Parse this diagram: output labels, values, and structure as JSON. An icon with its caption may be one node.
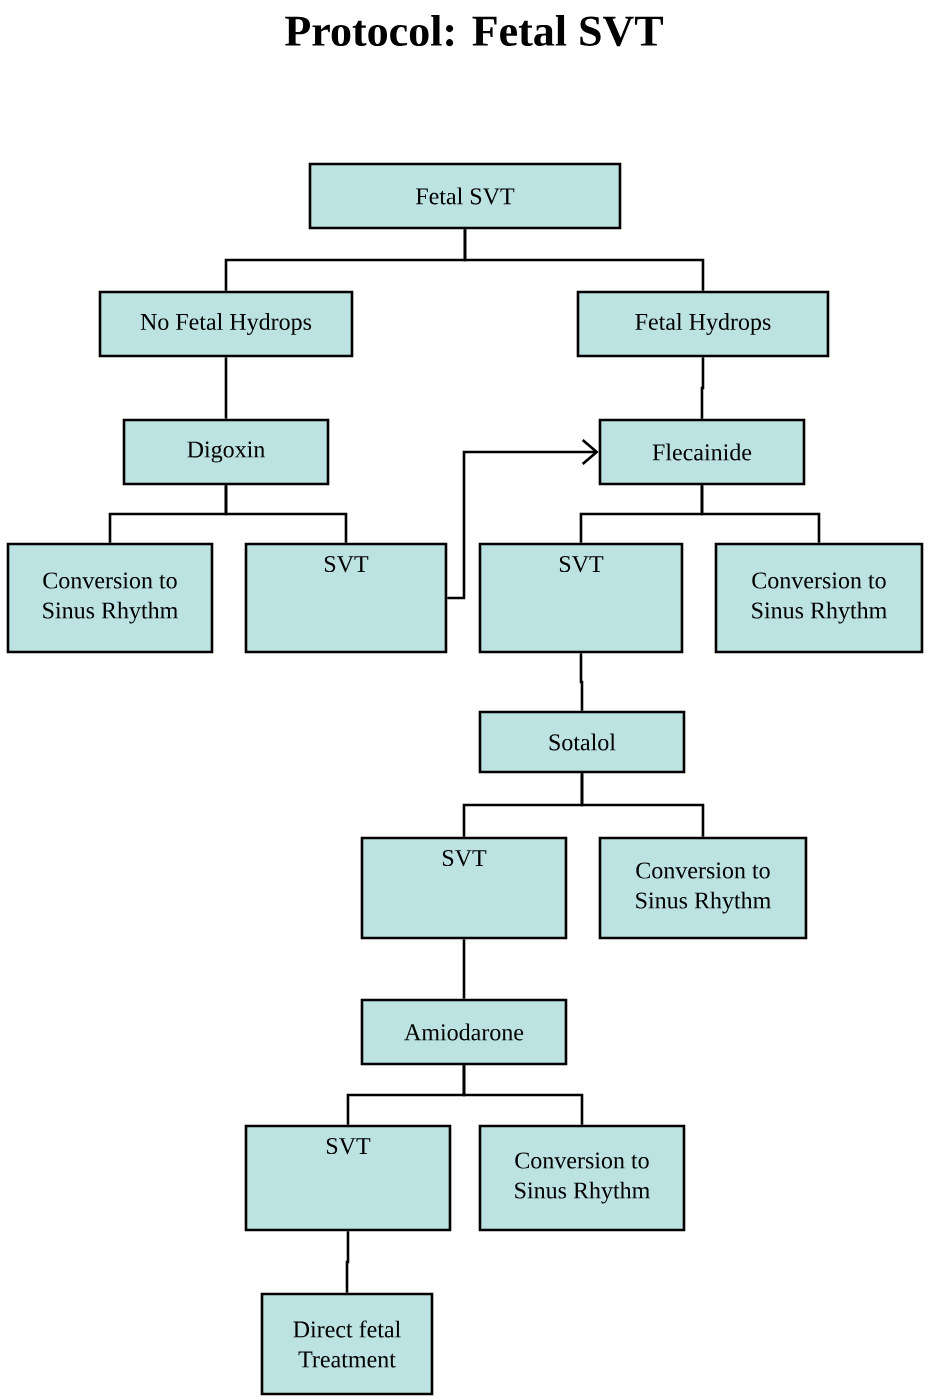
{
  "diagram": {
    "title": "Protocol: Fetal SVT",
    "nodes": [
      {
        "text": [
          "Fetal SVT"
        ]
      },
      {
        "text": [
          "No Fetal Hydrops"
        ]
      },
      {
        "text": [
          "Fetal Hydrops"
        ]
      },
      {
        "text": [
          "Digoxin"
        ]
      },
      {
        "text": [
          "Flecainide"
        ]
      },
      {
        "text": [
          "Conversion to Sinus Rhythm"
        ]
      },
      {
        "text": [
          "SVT"
        ]
      },
      {
        "text": [
          "SVT"
        ]
      },
      {
        "text": [
          "Conversion to Sinus Rhythm"
        ]
      },
      {
        "text": [
          "Sotalol"
        ]
      },
      {
        "text": [
          "SVT"
        ]
      },
      {
        "text": [
          "Conversion to Sinus Rhythm"
        ]
      },
      {
        "text": [
          "Amiodarone"
        ]
      },
      {
        "text": [
          "SVT"
        ]
      },
      {
        "text": [
          "Conversion to Sinus Rhythm"
        ]
      },
      {
        "text": [
          "Direct fetal Treatment"
        ]
      }
    ],
    "edges": [
      {
        "from": 0,
        "to": 1,
        "arrow": "none"
      },
      {
        "from": 0,
        "to": 2,
        "arrow": "none"
      },
      {
        "from": 1,
        "to": 3,
        "arrow": "none"
      },
      {
        "from": 2,
        "to": 4,
        "arrow": "none"
      },
      {
        "from": 3,
        "to": 5,
        "arrow": "none"
      },
      {
        "from": 3,
        "to": 6,
        "arrow": "none"
      },
      {
        "from": 6,
        "to": 4,
        "arrow": "to"
      },
      {
        "from": 4,
        "to": 7,
        "arrow": "none"
      },
      {
        "from": 4,
        "to": 8,
        "arrow": "none"
      },
      {
        "from": 7,
        "to": 9,
        "arrow": "none"
      },
      {
        "from": 9,
        "to": 10,
        "arrow": "none"
      },
      {
        "from": 9,
        "to": 11,
        "arrow": "none"
      },
      {
        "from": 10,
        "to": 12,
        "arrow": "none"
      },
      {
        "from": 12,
        "to": 13,
        "arrow": "none"
      },
      {
        "from": 12,
        "to": 14,
        "arrow": "none"
      },
      {
        "from": 13,
        "to": 15,
        "arrow": "none"
      }
    ]
  }
}
